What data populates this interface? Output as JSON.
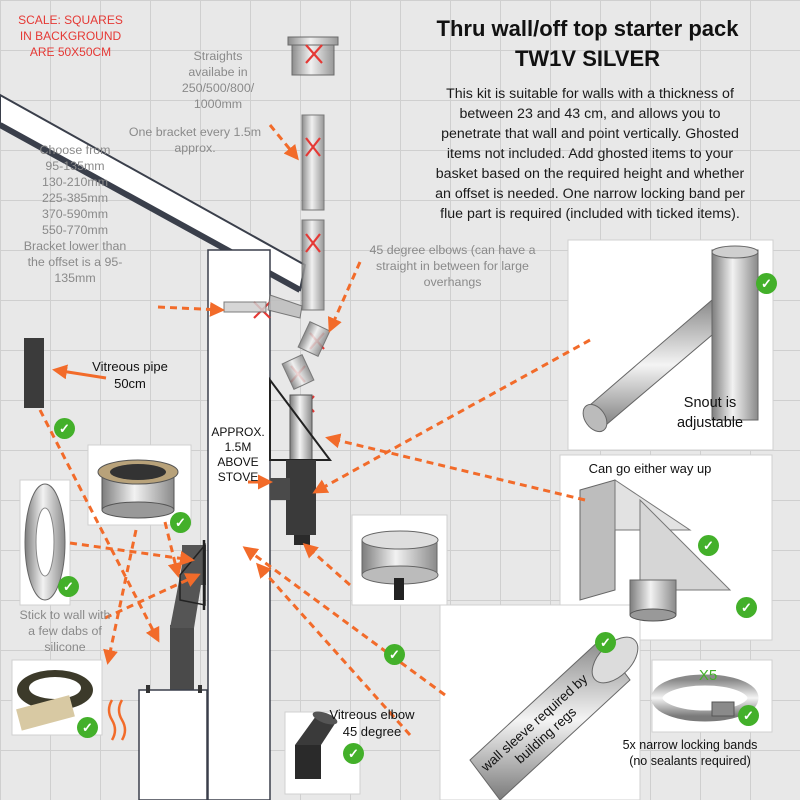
{
  "scale_note": [
    "SCALE: SQUARES",
    "IN BACKGROUND",
    "ARE 50X50CM"
  ],
  "title": "Thru wall/off top starter pack",
  "subtitle": "TW1V SILVER",
  "description": [
    "This kit is suitable for walls with a thickness of",
    "between 23 and 43 cm, and allows you to",
    "penetrate that wall and point vertically. Ghosted",
    "items not included. Add ghosted items to your",
    "basket based on the required height and whether",
    "an offset is needed. One narrow locking band per",
    "flue part is required (included with ticked items)."
  ],
  "labels": {
    "straights": [
      "Straights",
      "availabe in",
      "250/500/800/",
      "1000mm"
    ],
    "bracket_every": [
      "One bracket every 1.5m",
      "approx."
    ],
    "choose_from": [
      "Choose from",
      "95-135mm",
      "130-210mm",
      "225-385mm",
      "370-590mm",
      "550-770mm",
      "Bracket lower than",
      "the offset is a 95-",
      "135mm"
    ],
    "elbows_45": [
      "45 degree elbows (can have a",
      "straight in between for large",
      "overhangs"
    ],
    "vitreous_pipe": [
      "Vitreous pipe",
      "50cm"
    ],
    "approx_height": [
      "APPROX.",
      "1.5M",
      "ABOVE",
      "STOVE"
    ],
    "snout": [
      "Snout is",
      "adjustable"
    ],
    "either_way": "Can go either way up",
    "stick_to_wall": [
      "Stick to wall with",
      "a few dabs of",
      "silicone"
    ],
    "wall_sleeve": [
      "wall sleeve required by",
      "building regs"
    ],
    "locking_bands": [
      "5x narrow locking bands",
      "(no sealants required)"
    ],
    "x5": "X5",
    "vitreous_elbow": [
      "Vitreous elbow",
      "45 degree"
    ]
  },
  "tick_symbol": "✓",
  "colors": {
    "arrow": "#f26b2a",
    "tick": "#43b02a",
    "cross": "#e53935",
    "scale_text": "#e53935"
  }
}
